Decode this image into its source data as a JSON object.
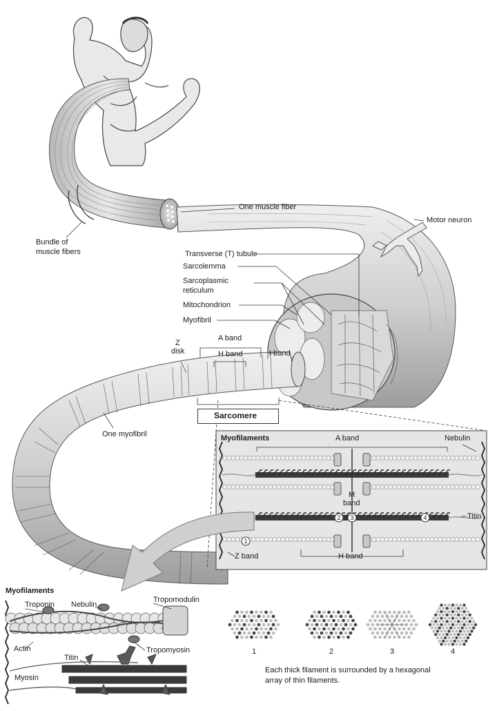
{
  "labels": {
    "one_muscle_fiber": "One muscle fiber",
    "motor_neuron": "Motor neuron",
    "bundle_line1": "Bundle of",
    "bundle_line2": "muscle fibers",
    "t_tubule": "Transverse (T) tubule",
    "sarcolemma": "Sarcolemma",
    "sr_line1": "Sarcoplasmic",
    "sr_line2": "reticulum",
    "mitochondrion": "Mitochondrion",
    "myofibril": "Myofibril",
    "z": "Z",
    "disk": "disk",
    "a_band": "A band",
    "h_band": "H band",
    "i_band": "I band",
    "sarcomere": "Sarcomere",
    "one_myofibril": "One myofibril"
  },
  "panel": {
    "title": "Myofilaments",
    "a_band": "A band",
    "nebulin": "Nebulin",
    "m": "M",
    "band": "band",
    "titin": "Titin",
    "z_band": "Z band",
    "h_band": "H band",
    "markers": [
      "1",
      "2",
      "3",
      "4"
    ]
  },
  "detail": {
    "title": "Myofilaments",
    "troponin": "Troponin",
    "nebulin": "Nebulin",
    "tropomodulin": "Tropomodulin",
    "actin": "Actin",
    "tropomyosin": "Tropomyosin",
    "titin": "Titin",
    "myosin": "Myosin"
  },
  "arrays": {
    "numbers": [
      "1",
      "2",
      "3",
      "4"
    ],
    "caption_line1": "Each thick filament is surrounded by a hexagonal",
    "caption_line2": "array of thin filaments."
  },
  "colors": {
    "ink": "#1a1a1a",
    "fiber_fill": "#d6d6d6",
    "thick_filament": "#3a3a3a",
    "thin_filament": "#e9e9e9",
    "panel_bg": "#e6e6e6",
    "arrow": "#c8c8c8"
  }
}
